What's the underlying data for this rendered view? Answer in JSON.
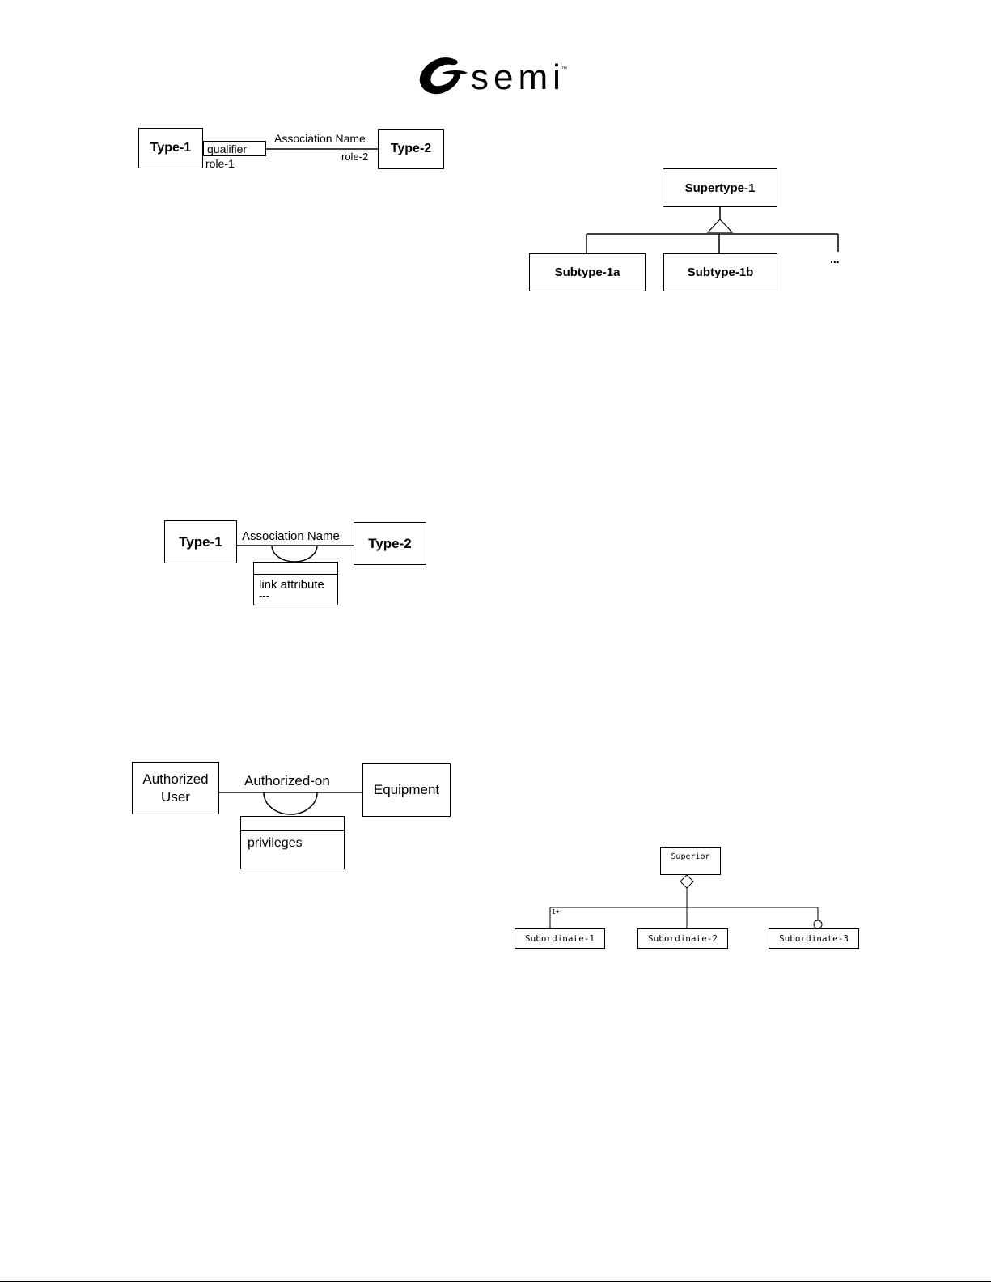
{
  "header": {
    "logo_text": "semi",
    "logo_tm": "™"
  },
  "fig_qualified": {
    "type1": "Type-1",
    "qualifier": "qualifier",
    "role1": "role-1",
    "assoc_name": "Association Name",
    "role2": "role-2",
    "type2": "Type-2"
  },
  "fig_generalization": {
    "supertype": "Supertype-1",
    "subtype_a": "Subtype-1a",
    "subtype_b": "Subtype-1b",
    "more": "..."
  },
  "fig_link_attribute": {
    "type1": "Type-1",
    "assoc_name": "Association Name",
    "type2": "Type-2",
    "attr_line1": "link attribute",
    "attr_line2": "---"
  },
  "fig_example": {
    "left_line1": "Authorized",
    "left_line2": "User",
    "assoc_name": "Authorized-on",
    "right": "Equipment",
    "attr": "privileges"
  },
  "fig_aggregation": {
    "superior": "Superior",
    "sub1": "Subordinate-1",
    "sub2": "Subordinate-2",
    "sub3": "Subordinate-3",
    "multiplicity": "1+"
  }
}
